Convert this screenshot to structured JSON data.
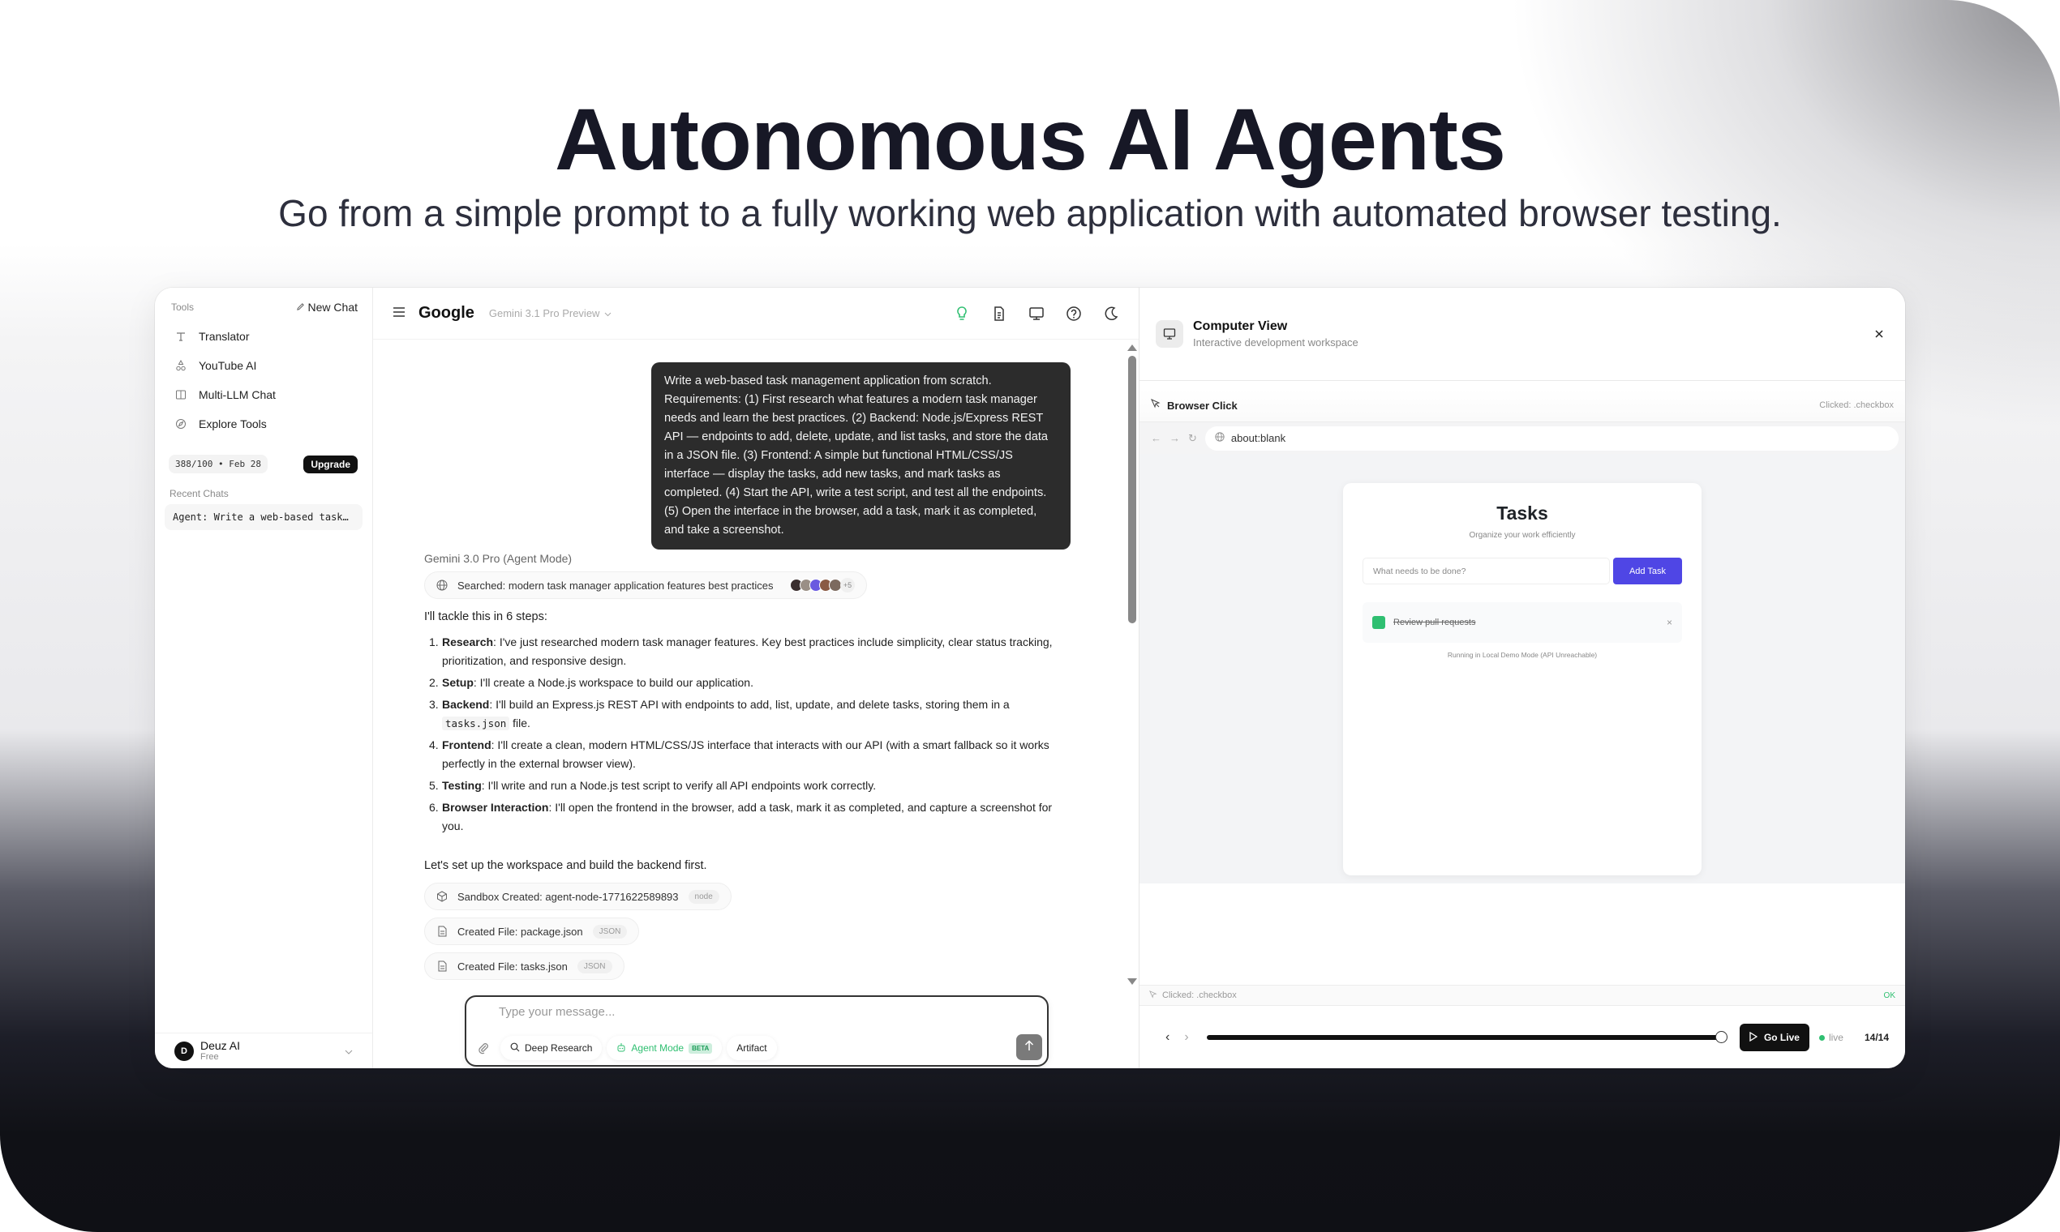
{
  "hero": {
    "title": "Autonomous AI Agents",
    "subtitle": "Go from a simple prompt to a fully working web application with automated browser testing."
  },
  "sidebar": {
    "tools_label": "Tools",
    "new_chat_label": "New Chat",
    "items": [
      {
        "label": "Translator",
        "icon": "text-icon"
      },
      {
        "label": "YouTube AI",
        "icon": "shapes-icon"
      },
      {
        "label": "Multi-LLM Chat",
        "icon": "columns-icon"
      },
      {
        "label": "Explore Tools",
        "icon": "compass-icon"
      }
    ],
    "usage": "388/100 • Feb 28",
    "upgrade_label": "Upgrade",
    "recent_label": "Recent Chats",
    "recent_chats": [
      "Agent: Write a web-based task…"
    ],
    "user": {
      "initial": "D",
      "name": "Deuz AI",
      "plan": "Free"
    }
  },
  "chat": {
    "brand": "Google",
    "model": "Gemini 3.1 Pro Preview",
    "header_icons": [
      "lightbulb-icon",
      "document-icon",
      "monitor-icon",
      "help-icon",
      "moon-icon"
    ],
    "accent_color": "#2fbf71",
    "user_message": "Write a web-based task management application from scratch. Requirements: (1) First research what features a modern task manager needs and learn the best practices. (2) Backend: Node.js/Express REST API — endpoints to add, delete, update, and list tasks, and store the data in a JSON file. (3) Frontend: A simple but functional HTML/CSS/JS interface — display the tasks, add new tasks, and mark tasks as completed. (4) Start the API, write a test script, and test all the endpoints. (5) Open the interface in the browser, add a task, mark it as completed, and take a screenshot.",
    "agent_label": "Gemini 3.0 Pro (Agent Mode)",
    "search_pill": {
      "text": "Searched: modern task manager application features best practices",
      "more_count": "+5"
    },
    "intro": "I'll tackle this in 6 steps:",
    "steps": [
      {
        "num": "1.",
        "title": "Research",
        "text": ": I've just researched modern task manager features. Key best practices include simplicity, clear status tracking, prioritization, and responsive design."
      },
      {
        "num": "2.",
        "title": "Setup",
        "text": ": I'll create a Node.js workspace to build our application."
      },
      {
        "num": "3.",
        "title": "Backend",
        "text": ": I'll build an Express.js REST API with endpoints to add, list, update, and delete tasks, storing them in a ",
        "code": "tasks.json",
        "after": " file."
      },
      {
        "num": "4.",
        "title": "Frontend",
        "text": ": I'll create a clean, modern HTML/CSS/JS interface that interacts with our API (with a smart fallback so it works perfectly in the external browser view)."
      },
      {
        "num": "5.",
        "title": "Testing",
        "text": ": I'll write and run a Node.js test script to verify all API endpoints work correctly."
      },
      {
        "num": "6.",
        "title": "Browser Interaction",
        "text": ": I'll open the frontend in the browser, add a task, mark it as completed, and capture a screenshot for you."
      }
    ],
    "outro": "Let's set up the workspace and build the backend first.",
    "tool_pills": [
      {
        "text": "Sandbox Created: agent-node-1771622589893",
        "tag": "node",
        "icon": "cube-icon"
      },
      {
        "text": "Created File: package.json",
        "tag": "JSON",
        "icon": "file-icon"
      },
      {
        "text": "Created File: tasks.json",
        "tag": "JSON",
        "icon": "file-icon"
      }
    ],
    "composer": {
      "placeholder": "Type your message...",
      "deep_research": "Deep Research",
      "agent_mode": "Agent Mode",
      "beta": "BETA",
      "artifact": "Artifact"
    }
  },
  "computer_view": {
    "title": "Computer View",
    "subtitle": "Interactive development workspace",
    "action_label": "Browser Click",
    "action_detail": "Clicked: .checkbox",
    "url": "about:blank",
    "app": {
      "title": "Tasks",
      "subtitle": "Organize your work efficiently",
      "input_placeholder": "What needs to be done?",
      "add_button": "Add Task",
      "add_button_color": "#4f46e5",
      "tasks": [
        {
          "text": "Review pull requests",
          "completed": true
        }
      ],
      "footer": "Running in Local Demo Mode (API Unreachable)"
    },
    "status_text": "Clicked: .checkbox",
    "status_ok": "OK",
    "go_live": "Go Live",
    "live_label": "live",
    "counter": "14/14"
  }
}
